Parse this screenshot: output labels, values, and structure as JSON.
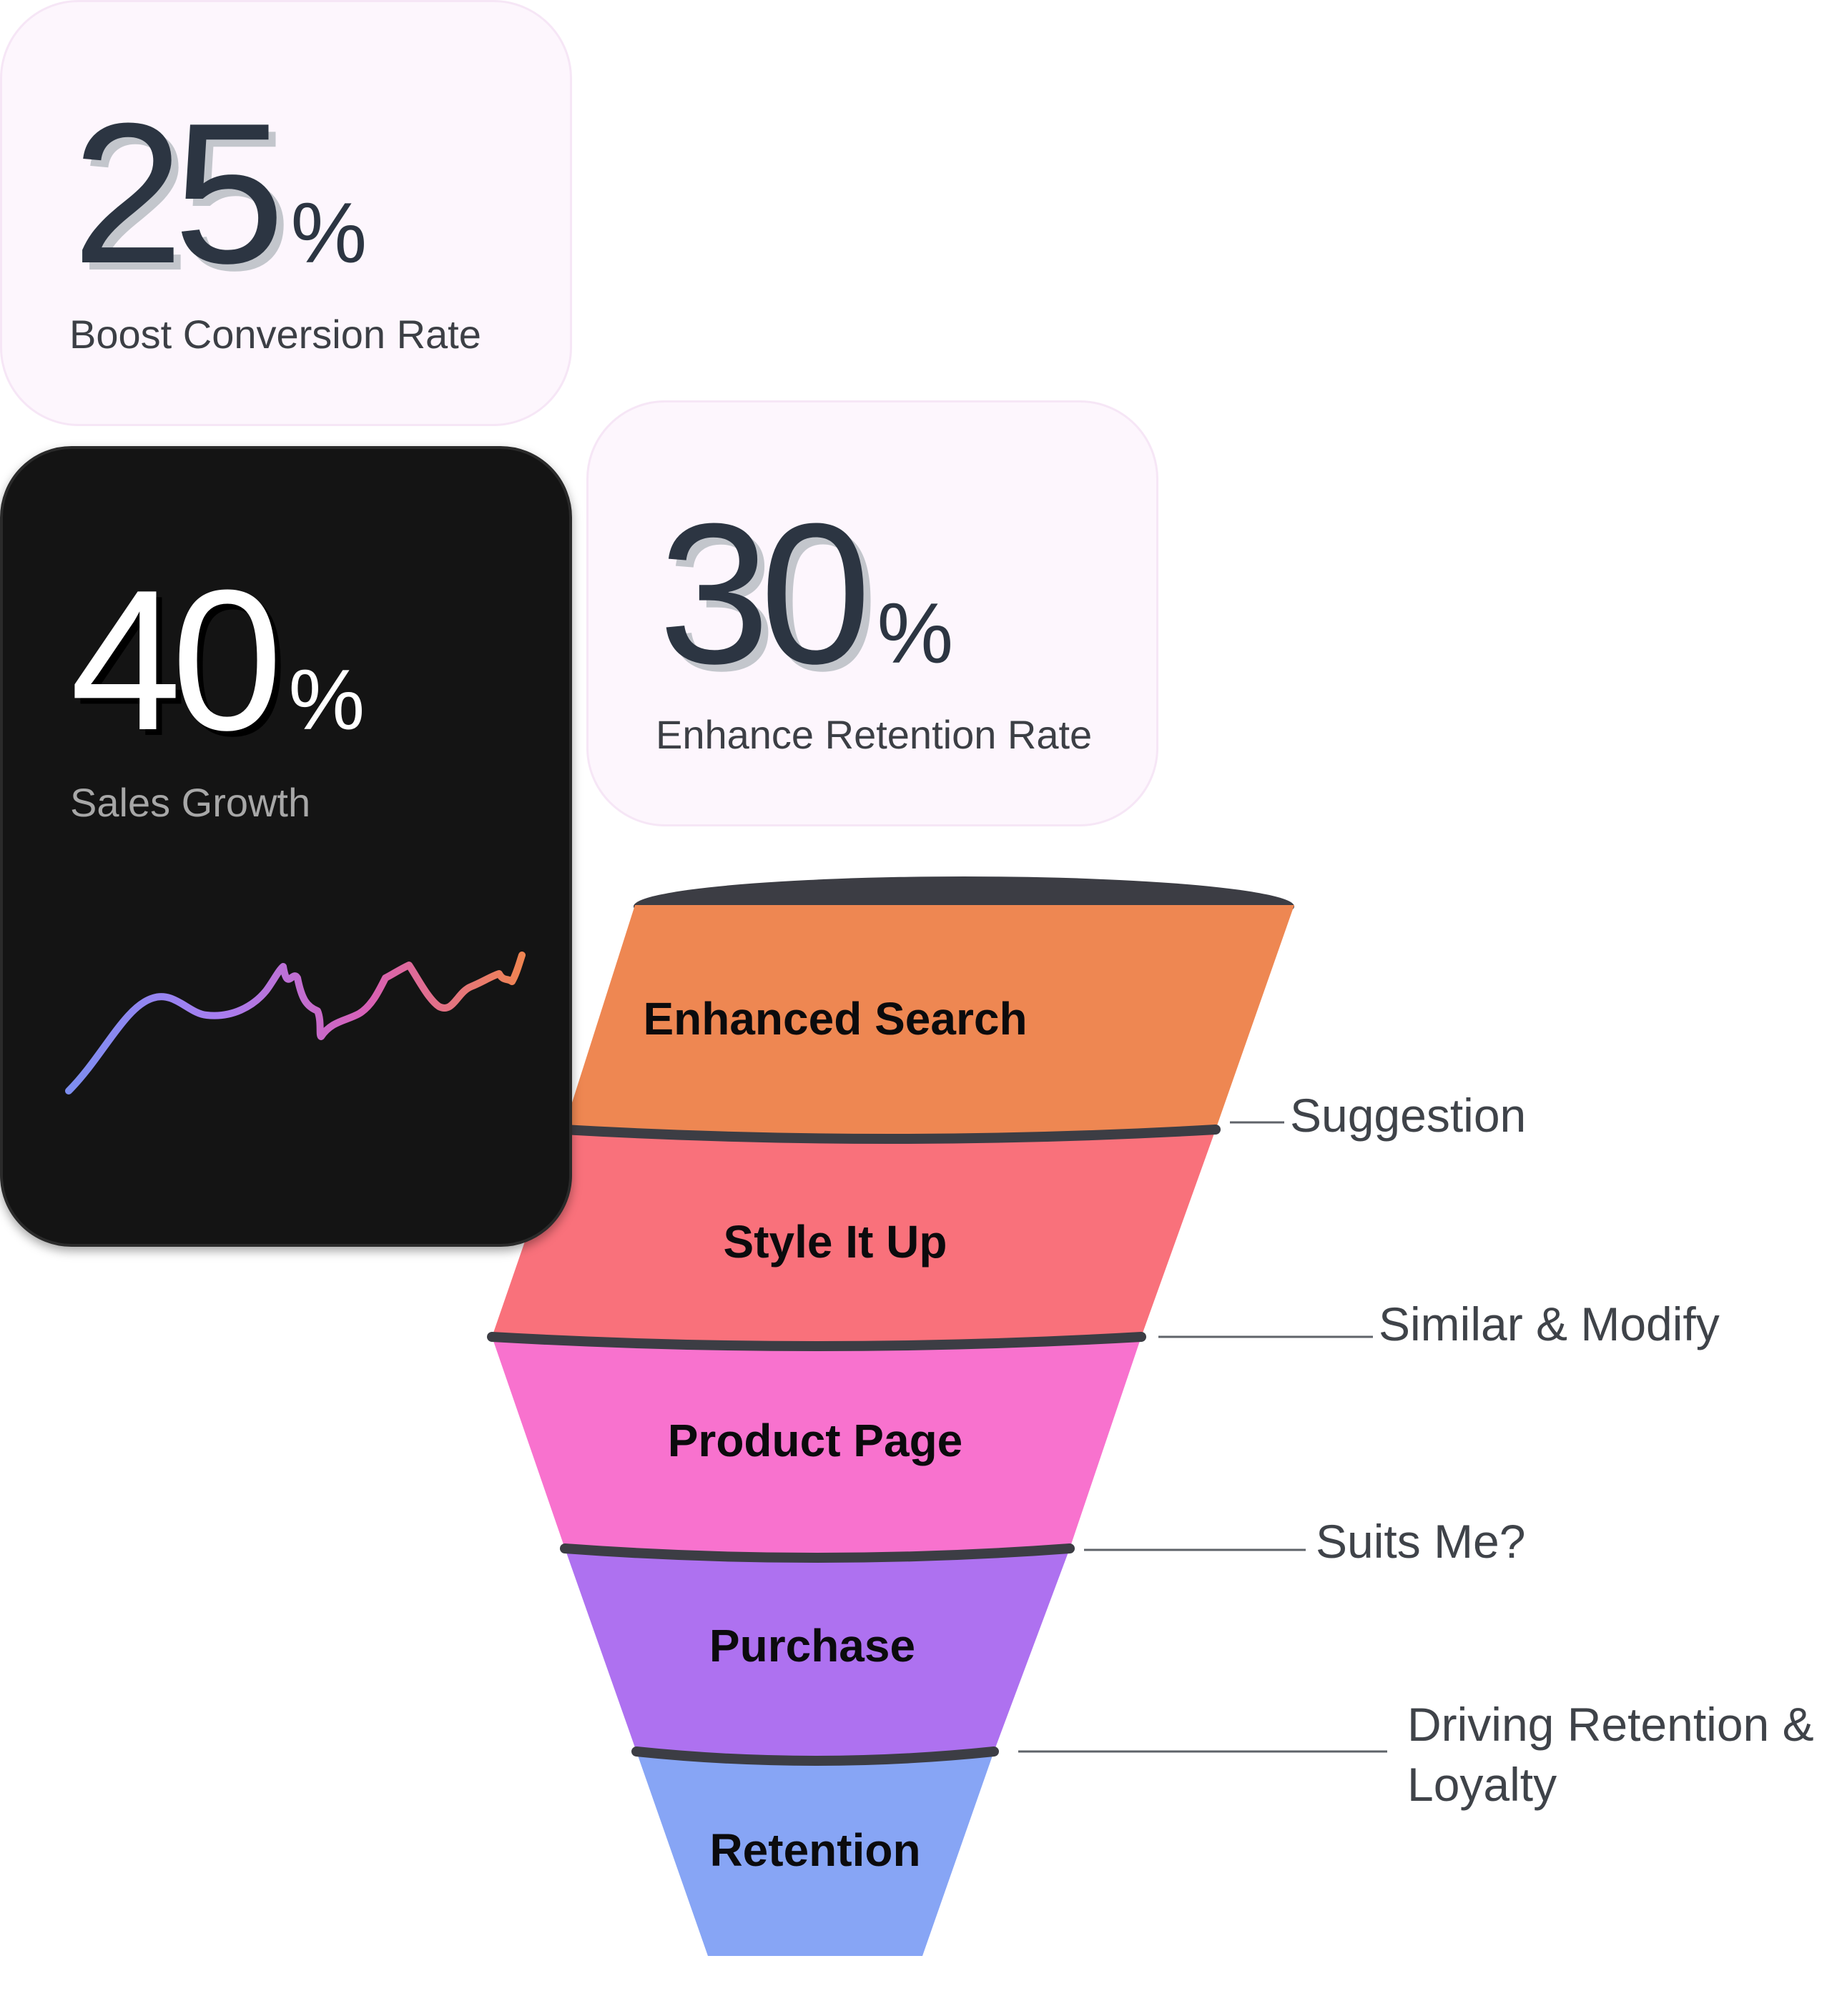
{
  "stats": [
    {
      "value": "25",
      "unit": "%",
      "label": "Boost Conversion Rate"
    },
    {
      "value": "40",
      "unit": "%",
      "label": "Sales Growth"
    },
    {
      "value": "30",
      "unit": "%",
      "label": "Enhance Retention Rate"
    }
  ],
  "funnel": {
    "rim_color": "#3c3d44",
    "stages": [
      {
        "label": "Enhanced Search",
        "color": "#ee8752"
      },
      {
        "label": "Style It Up",
        "color": "#f9717b"
      },
      {
        "label": "Product Page",
        "color": "#f872ce"
      },
      {
        "label": "Purchase",
        "color": "#ae71f0"
      },
      {
        "label": "Retention",
        "color": "#87a5f5"
      }
    ],
    "transitions": [
      "Suggestion",
      "Similar & Modify",
      "Suits Me?",
      "Driving Retention & Loyalty"
    ]
  },
  "sparkline": {
    "gradient": [
      "#7d8ef0",
      "#a77ef0",
      "#d860b6",
      "#ef8452"
    ]
  }
}
